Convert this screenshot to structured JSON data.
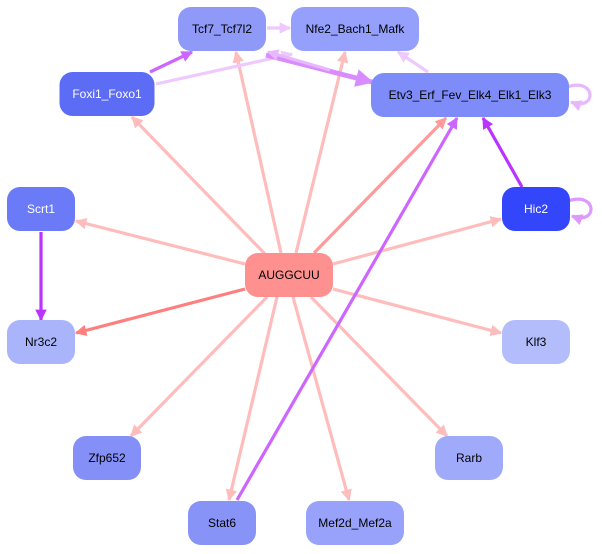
{
  "title": "AUGGCUU regulatory network",
  "nodes": [
    {
      "id": "AUGGCUU",
      "label": "AUGGCUU",
      "fill": "#ff9090",
      "text": "#000000"
    },
    {
      "id": "Tcf7_Tcf7l2",
      "label": "Tcf7_Tcf7l2",
      "fill": "#8e99f8",
      "text": "#000000"
    },
    {
      "id": "Nfe2_Bach1_Mafk",
      "label": "Nfe2_Bach1_Mafk",
      "fill": "#94a0fb",
      "text": "#000000"
    },
    {
      "id": "Foxi1_Foxo1",
      "label": "Foxi1_Foxo1",
      "fill": "#5c6cf5",
      "text": "#ffffff"
    },
    {
      "id": "Etv3_Erf_Fev_Elk4_Elk1_Elk3",
      "label": "Etv3_Erf_Fev_Elk4_Elk1_Elk3",
      "fill": "#7e8cfa",
      "text": "#000000"
    },
    {
      "id": "Scrt1",
      "label": "Scrt1",
      "fill": "#6b7bf7",
      "text": "#ffffff"
    },
    {
      "id": "Hic2",
      "label": "Hic2",
      "fill": "#3346fb",
      "text": "#ffffff"
    },
    {
      "id": "Nr3c2",
      "label": "Nr3c2",
      "fill": "#aab4fb",
      "text": "#000000"
    },
    {
      "id": "Klf3",
      "label": "Klf3",
      "fill": "#b4bdfc",
      "text": "#000000"
    },
    {
      "id": "Zfp652",
      "label": "Zfp652",
      "fill": "#8490f8",
      "text": "#000000"
    },
    {
      "id": "Rarb",
      "label": "Rarb",
      "fill": "#a0aafb",
      "text": "#000000"
    },
    {
      "id": "Stat6",
      "label": "Stat6",
      "fill": "#8893f8",
      "text": "#000000"
    },
    {
      "id": "Mef2d_Mef2a",
      "label": "Mef2d_Mef2a",
      "fill": "#98a2fb",
      "text": "#000000"
    }
  ],
  "edges": [
    {
      "from": "AUGGCUU",
      "to": "Tcf7_Tcf7l2",
      "color": "#ffbcbc",
      "weight": "normal"
    },
    {
      "from": "AUGGCUU",
      "to": "Nfe2_Bach1_Mafk",
      "color": "#ffbcbc",
      "weight": "normal"
    },
    {
      "from": "AUGGCUU",
      "to": "Foxi1_Foxo1",
      "color": "#ffbcbc",
      "weight": "normal"
    },
    {
      "from": "AUGGCUU",
      "to": "Etv3_Erf_Fev_Elk4_Elk1_Elk3",
      "color": "#ff9a9a",
      "weight": "normal"
    },
    {
      "from": "AUGGCUU",
      "to": "Scrt1",
      "color": "#ffbcbc",
      "weight": "normal"
    },
    {
      "from": "AUGGCUU",
      "to": "Hic2",
      "color": "#ffbcbc",
      "weight": "normal"
    },
    {
      "from": "AUGGCUU",
      "to": "Nr3c2",
      "color": "#ff7f7f",
      "weight": "normal"
    },
    {
      "from": "AUGGCUU",
      "to": "Klf3",
      "color": "#ffbcbc",
      "weight": "normal"
    },
    {
      "from": "AUGGCUU",
      "to": "Zfp652",
      "color": "#ffbcbc",
      "weight": "normal"
    },
    {
      "from": "AUGGCUU",
      "to": "Rarb",
      "color": "#ffbcbc",
      "weight": "normal"
    },
    {
      "from": "AUGGCUU",
      "to": "Stat6",
      "color": "#ffbcbc",
      "weight": "normal"
    },
    {
      "from": "AUGGCUU",
      "to": "Mef2d_Mef2a",
      "color": "#ffbcbc",
      "weight": "normal"
    },
    {
      "from": "Foxi1_Foxo1",
      "to": "Tcf7_Tcf7l2",
      "color": "#cc66ff",
      "weight": "normal"
    },
    {
      "from": "Foxi1_Foxo1",
      "to": "Nfe2_Bach1_Mafk",
      "color": "#eec8ff",
      "weight": "normal"
    },
    {
      "from": "Tcf7_Tcf7l2",
      "to": "Nfe2_Bach1_Mafk",
      "color": "#eec8ff",
      "weight": "normal"
    },
    {
      "from": "Tcf7_Tcf7l2",
      "to": "Etv3_Erf_Fev_Elk4_Elk1_Elk3",
      "color": "#d88cff",
      "weight": "thick"
    },
    {
      "from": "Etv3_Erf_Fev_Elk4_Elk1_Elk3",
      "to": "Tcf7_Tcf7l2",
      "color": "#e8b8ff",
      "weight": "normal"
    },
    {
      "from": "Etv3_Erf_Fev_Elk4_Elk1_Elk3",
      "to": "Nfe2_Bach1_Mafk",
      "color": "#eec8ff",
      "weight": "normal"
    },
    {
      "from": "Etv3_Erf_Fev_Elk4_Elk1_Elk3",
      "to": "Etv3_Erf_Fev_Elk4_Elk1_Elk3",
      "color": "#e8b8ff",
      "weight": "normal"
    },
    {
      "from": "Hic2",
      "to": "Etv3_Erf_Fev_Elk4_Elk1_Elk3",
      "color": "#bb33ff",
      "weight": "normal"
    },
    {
      "from": "Hic2",
      "to": "Hic2",
      "color": "#dd99ff",
      "weight": "normal"
    },
    {
      "from": "Scrt1",
      "to": "Nr3c2",
      "color": "#bb33ff",
      "weight": "normal"
    },
    {
      "from": "Stat6",
      "to": "Etv3_Erf_Fev_Elk4_Elk1_Elk3",
      "color": "#cc66ff",
      "weight": "normal"
    }
  ]
}
